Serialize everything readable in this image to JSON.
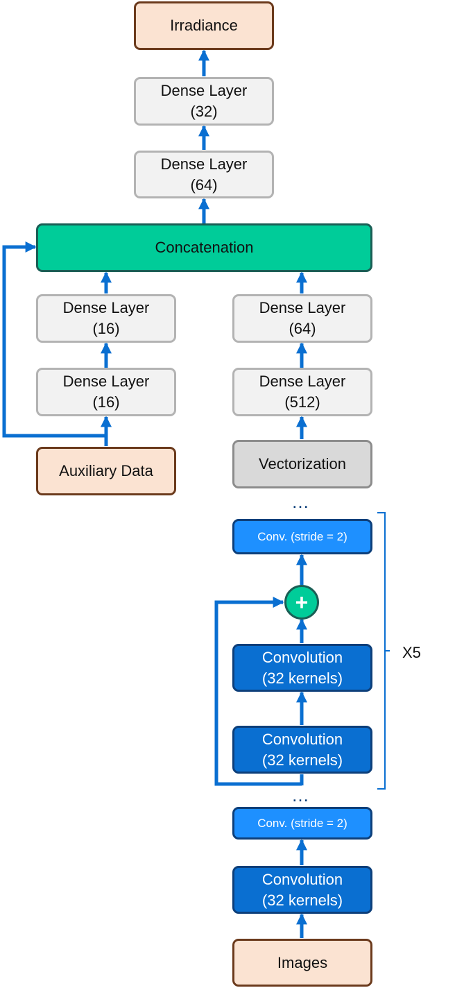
{
  "nodes": {
    "irradiance": "Irradiance",
    "dense_32": [
      "Dense Layer",
      "(32)"
    ],
    "dense_64_top": [
      "Dense Layer",
      "(64)"
    ],
    "concatenation": "Concatenation",
    "dense_16_upper": [
      "Dense Layer",
      "(16)"
    ],
    "dense_16_lower": [
      "Dense Layer",
      "(16)"
    ],
    "auxiliary_data": "Auxiliary Data",
    "dense_64_right": [
      "Dense Layer",
      "(64)"
    ],
    "dense_512": [
      "Dense Layer",
      "(512)"
    ],
    "vectorization": "Vectorization",
    "conv_stride_top": "Conv. (stride = 2)",
    "conv_upper": [
      "Convolution",
      "(32 kernels)"
    ],
    "conv_lower": [
      "Convolution",
      "(32 kernels)"
    ],
    "conv_stride_bottom": "Conv. (stride = 2)",
    "conv_first": [
      "Convolution",
      "(32 kernels)"
    ],
    "images": "Images"
  },
  "add_symbol": "+",
  "ellipsis": "…",
  "repeat_label": "X5",
  "colors": {
    "arrow": "#0a6fd1",
    "gray_box": "#f2f2f2",
    "peach_box": "#fbe3d2",
    "teal_box": "#00cc99",
    "dark_blue_box": "#0a6fd1",
    "light_blue_box": "#1e90ff"
  }
}
